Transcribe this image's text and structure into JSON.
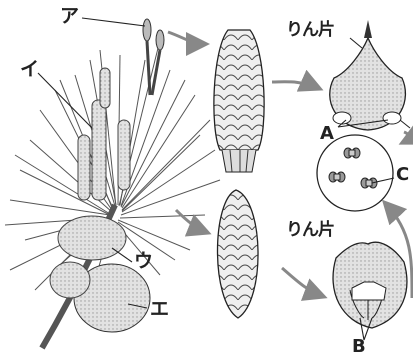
{
  "labels": {
    "a": "ア",
    "i": "イ",
    "u": "ウ",
    "e": "エ",
    "A": "A",
    "B": "B",
    "C": "C",
    "scale_top": "りん片",
    "scale_bottom": "りん片"
  },
  "colors": {
    "ink": "#2a2a2a",
    "fill": "#dcdcdc",
    "arrow": "#888888",
    "paper": "#ffffff"
  },
  "icons": [
    "arrow-icon"
  ]
}
